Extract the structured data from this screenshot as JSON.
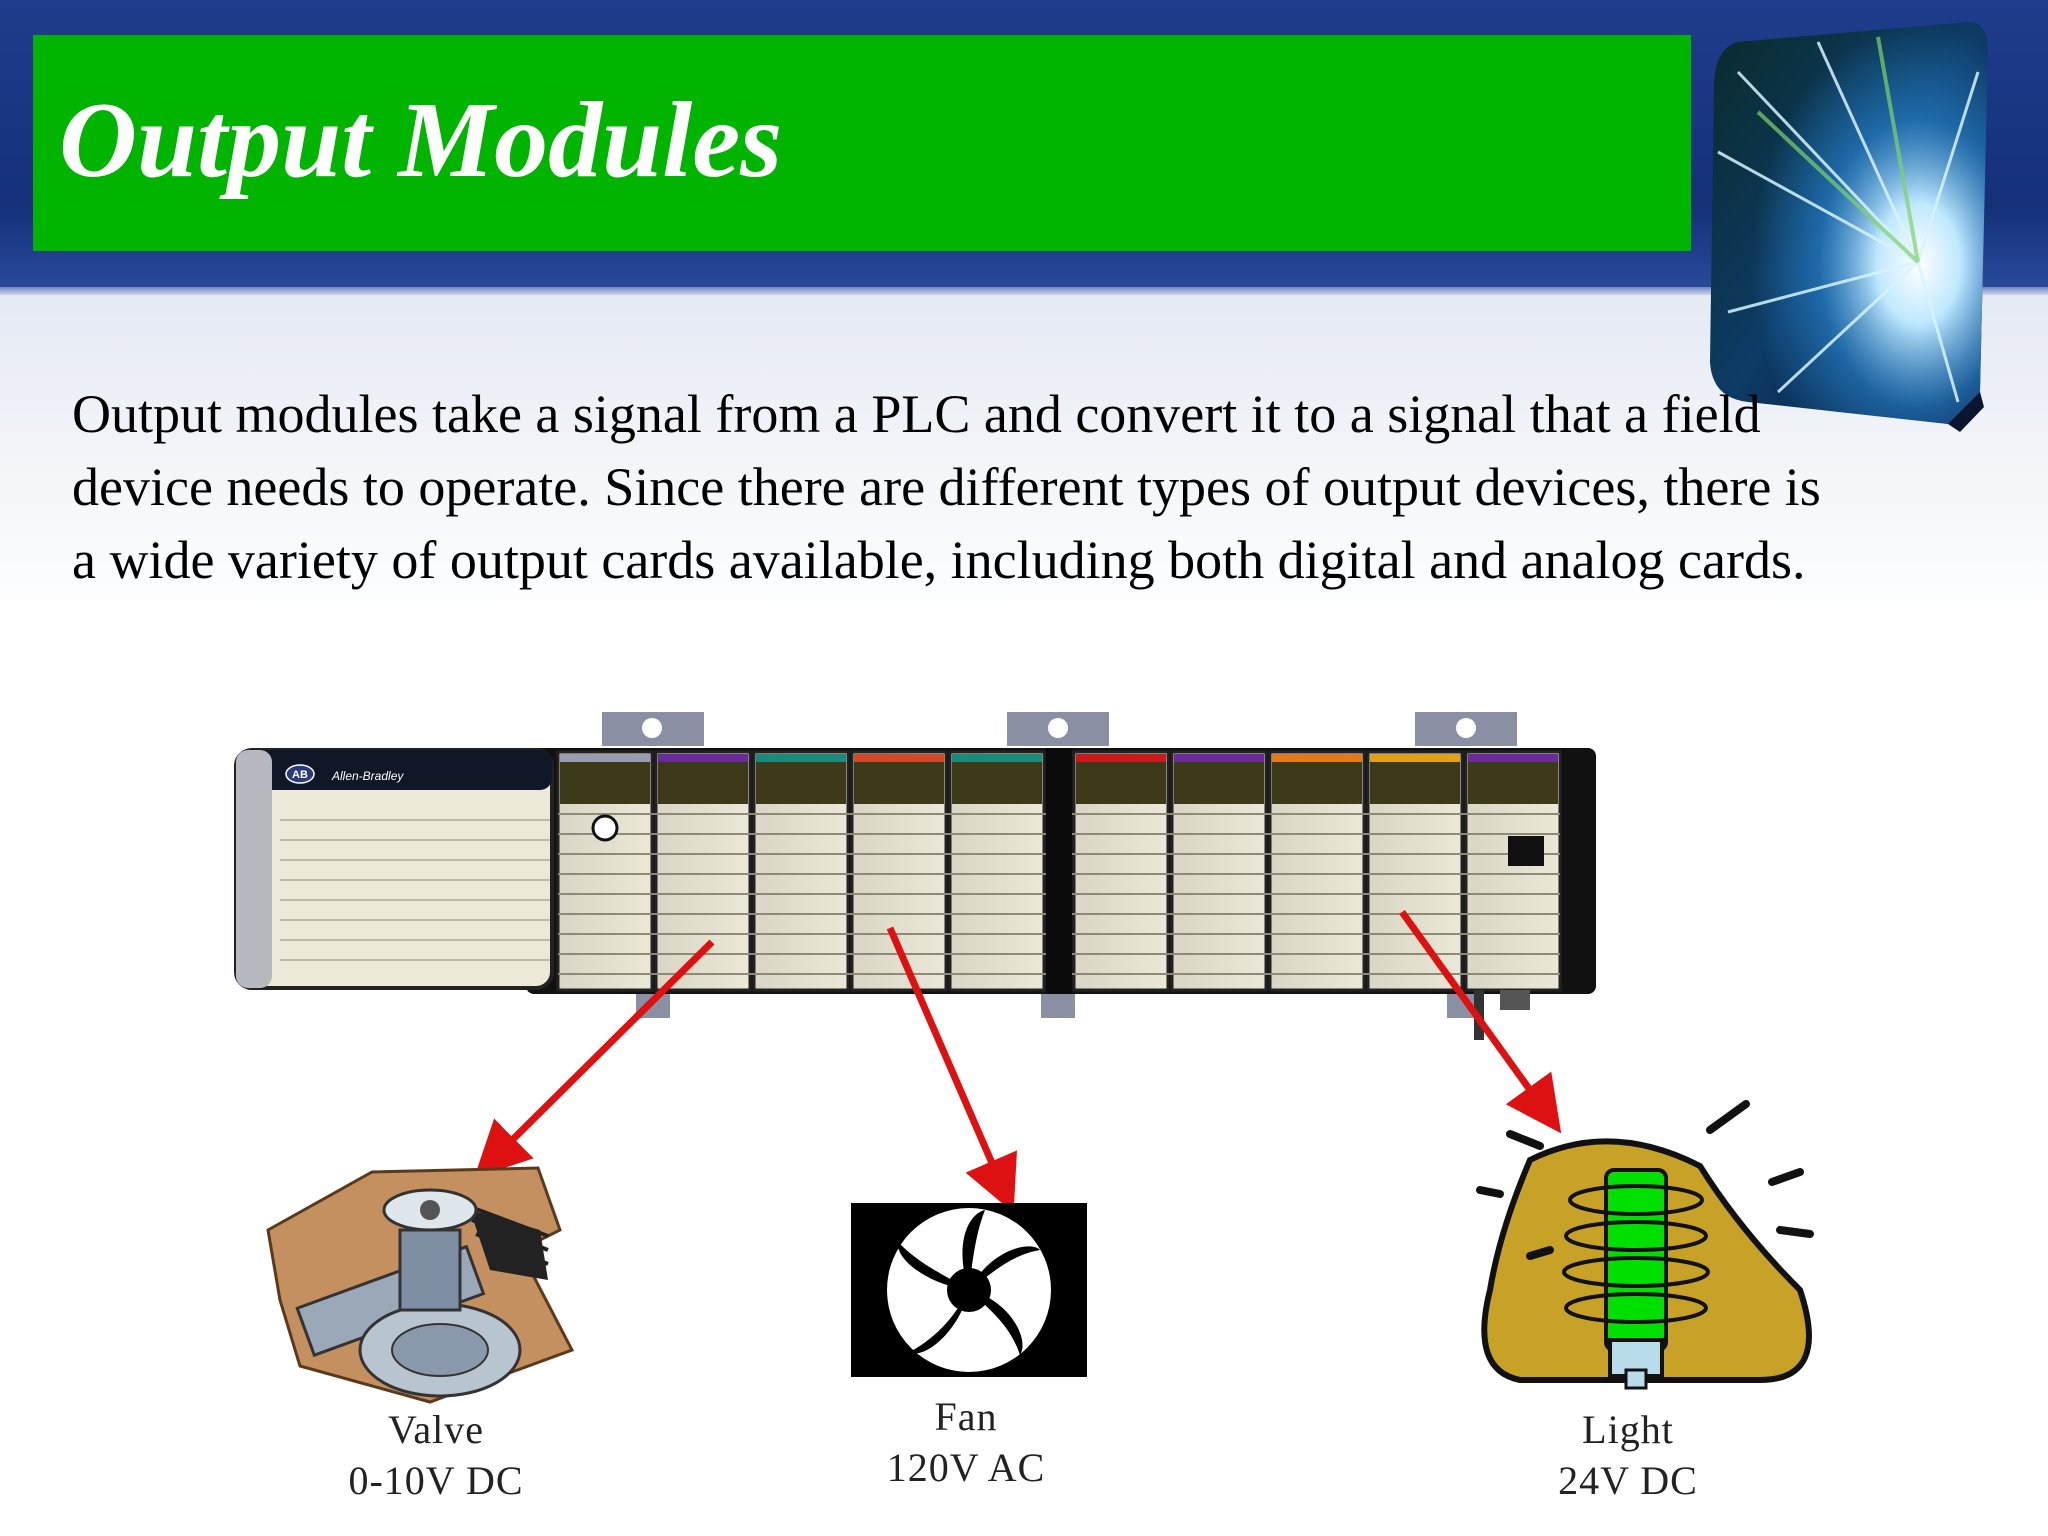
{
  "slide": {
    "title": "Output Modules",
    "body": "Output modules take a signal from a PLC and convert it to a signal that a field device needs to operate. Since there are different types of output devices, there is a wide variety of output cards available, including both digital and analog cards."
  },
  "plc": {
    "brand": "Allen-Bradley",
    "badge": "AB"
  },
  "devices": [
    {
      "name": "Valve",
      "rating": "0-10V DC"
    },
    {
      "name": "Fan",
      "rating": "120V AC"
    },
    {
      "name": "Light",
      "rating": "24V DC"
    }
  ],
  "colors": {
    "header_band": "#1f3c8c",
    "title_box": "#00b400",
    "arrow": "#dd1111"
  }
}
